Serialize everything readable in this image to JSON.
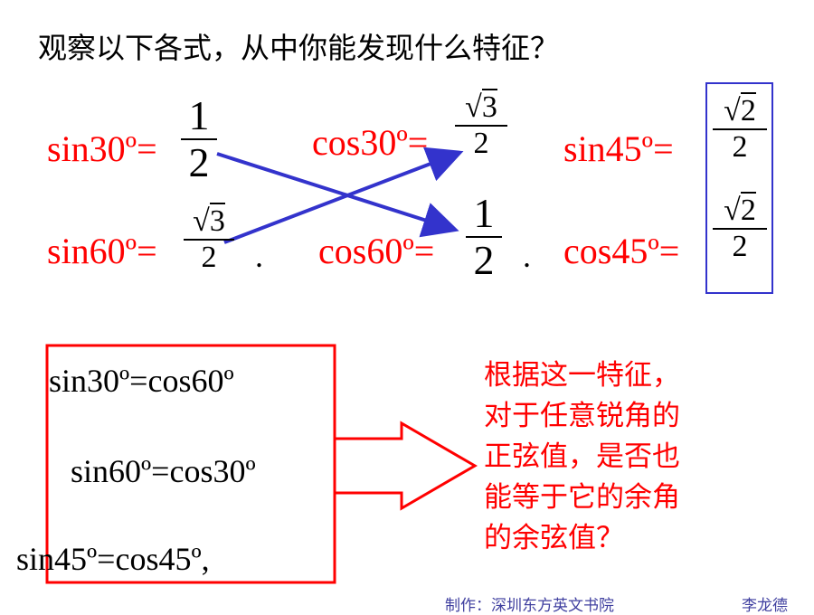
{
  "title": "观察以下各式，从中你能发现什么特征？",
  "formulas": {
    "sin30": {
      "label": "sin30º=",
      "num": "1",
      "den": "2"
    },
    "sin60": {
      "label": "sin60º=",
      "num": "3",
      "den": "2"
    },
    "cos30": {
      "label": "cos30º=",
      "num": "3",
      "den": "2"
    },
    "cos60": {
      "label": "cos60º=",
      "num": "1",
      "den": "2"
    },
    "sin45": {
      "label": "sin45º=",
      "num": "2",
      "den": "2"
    },
    "cos45": {
      "label": "cos45º=",
      "num": "2",
      "den": "2"
    },
    "dot": "."
  },
  "box": {
    "line1": "sin30º=cos60º",
    "line2": "sin60º=cos30º",
    "line3": "sin45º=cos45º,"
  },
  "question": [
    "根据这一特征，",
    "对于任意锐角的",
    "正弦值，是否也",
    "能等于它的余角",
    "的余弦值？"
  ],
  "footer": {
    "left": "制作：深圳东方英文书院",
    "right": "李龙德"
  },
  "colors": {
    "red": "#ff0000",
    "arrow_blue": "#3333cc",
    "box_blue": "#3333cc"
  }
}
